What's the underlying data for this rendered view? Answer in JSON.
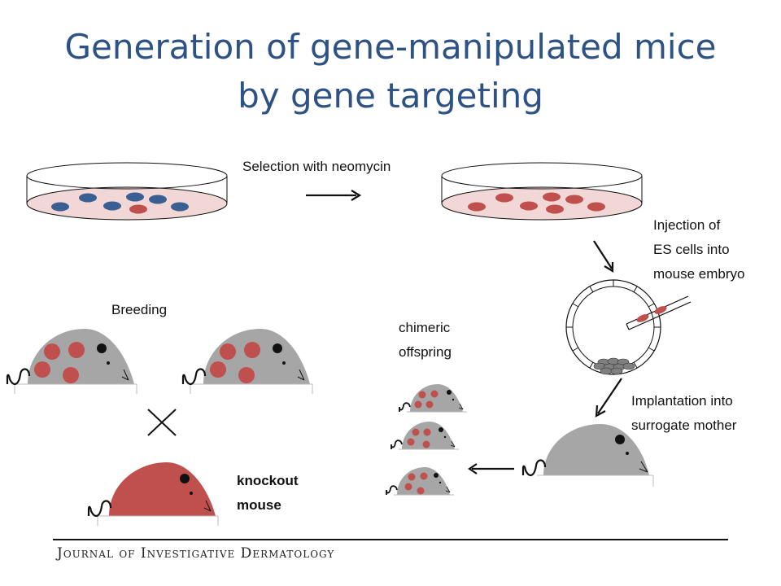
{
  "title": {
    "line1": "Generation of gene-manipulated mice",
    "line2": "by gene targeting"
  },
  "labels": {
    "selection": "Selection with neomycin",
    "injection": [
      "Injection of",
      "ES cells into",
      "mouse embryo"
    ],
    "breeding": "Breeding",
    "chimeric": [
      "chimeric",
      "offspring"
    ],
    "implantation": [
      "Implantation into",
      "surrogate mother"
    ],
    "knockout": [
      "knockout",
      "mouse"
    ]
  },
  "footer": {
    "journal": "Journal of Investigative Dermatology"
  },
  "colors": {
    "title": "#2e5283",
    "blue_cell": "#3a5f92",
    "red_cell": "#c0504d",
    "mouse_gray": "#a6a6a6",
    "medium_pink": "#f2d7d7"
  }
}
